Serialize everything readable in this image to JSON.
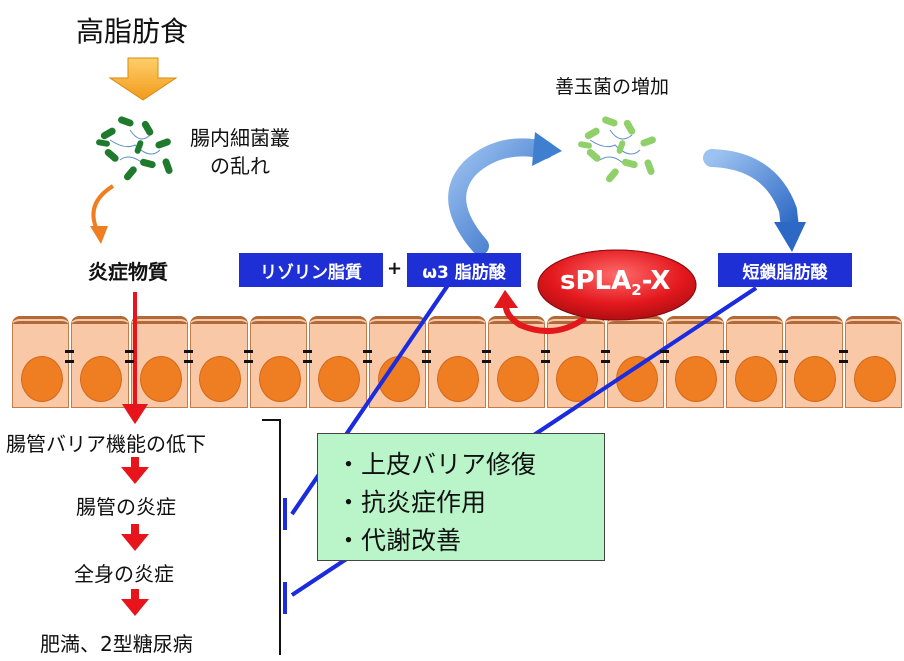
{
  "title": "高脂肪食",
  "dysbiosis_label_line1": "腸内細菌叢",
  "dysbiosis_label_line2": "の乱れ",
  "inflammatory_substance": "炎症物質",
  "good_bacteria_label": "善玉菌の増加",
  "lysolipid_label": "リゾリン脂質",
  "plus_sign": "+",
  "omega3_label": "ω3 脂肪酸",
  "spla2_label": "sPLA",
  "spla2_subscript": "2",
  "spla2_suffix": "-X",
  "scfa_label": "短鎖脂肪酸",
  "progression_steps": [
    "腸管バリア機能の低下",
    "腸管の炎症",
    "全身の炎症",
    "肥満、2型糖尿病"
  ],
  "effects": [
    "・上皮バリア修復",
    "・抗炎症作用",
    "・代謝改善"
  ],
  "colors": {
    "blue_box": "#1f2fd6",
    "red_arrow": "#e8141b",
    "green_box": "#b9f5c9",
    "cell_fill": "#f9c9a7",
    "nucleus": "#ef7d22",
    "spla2_ellipse": "#e3181d",
    "orange_arrow": "#f6a623",
    "curved_arrow_blue": "#3f7fd0",
    "inhibition_line": "#1a2be0"
  }
}
